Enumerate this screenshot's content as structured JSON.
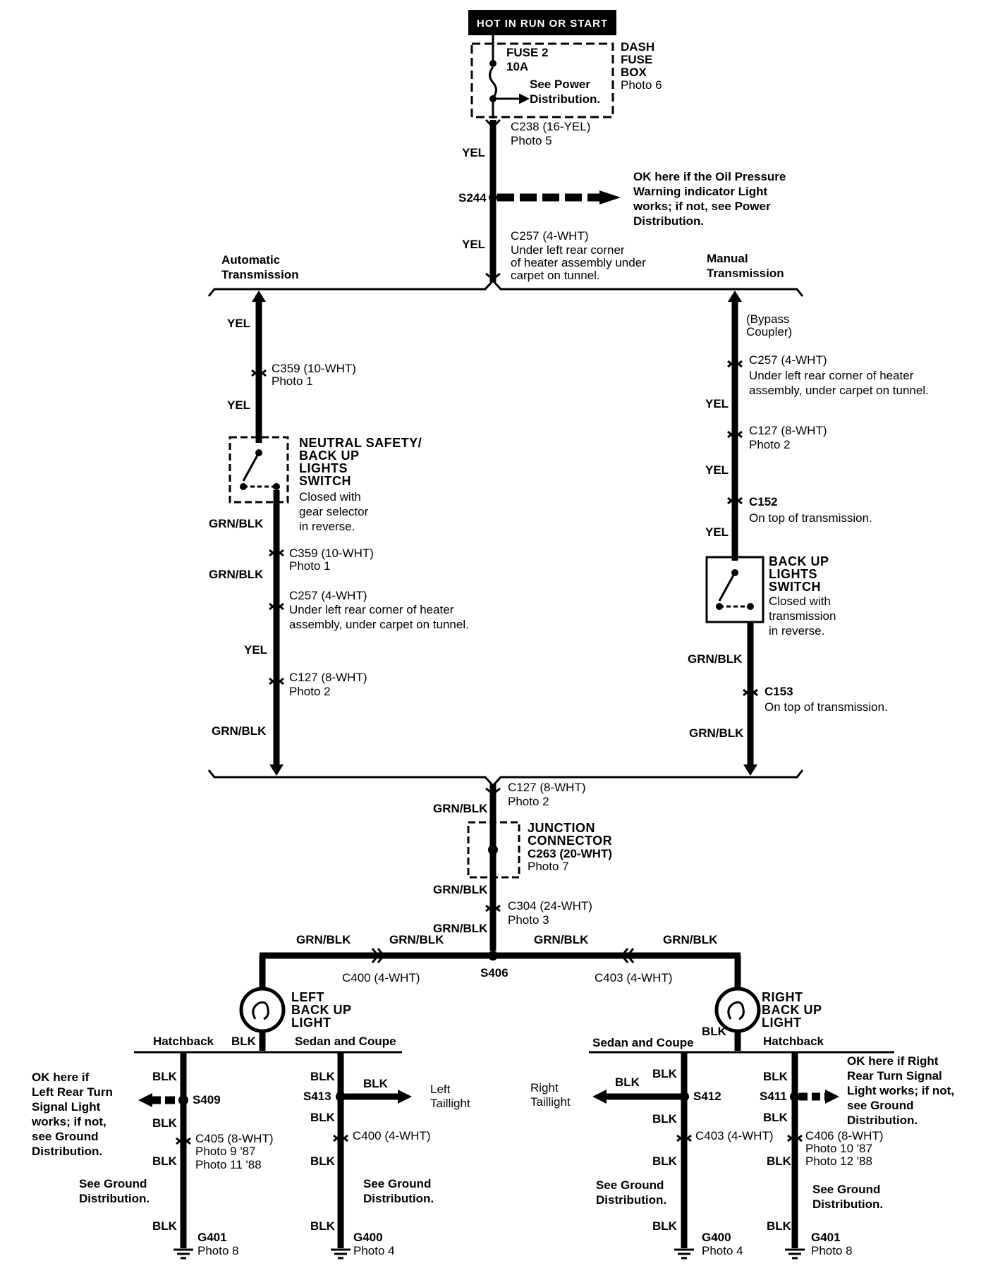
{
  "title": "HOT IN RUN OR START",
  "fuse_box": {
    "fuse": "FUSE 2",
    "rating": "10A",
    "see": [
      "See Power",
      "Distribution."
    ],
    "box": [
      "DASH",
      "FUSE",
      "BOX"
    ],
    "photo": "Photo 6"
  },
  "top": {
    "c238": [
      "C238 (16-YEL)",
      "Photo 5"
    ],
    "yel1": "YEL",
    "s244": "S244",
    "oil_note": [
      "OK here if the Oil Pressure",
      "Warning indicator Light",
      "works; if not, see Power",
      "Distribution."
    ],
    "yel2": "YEL",
    "c257": [
      "C257 (4-WHT)",
      "Under left rear corner",
      "of heater assembly under",
      "carpet on tunnel."
    ]
  },
  "auto": {
    "header": [
      "Automatic",
      "Transmission"
    ],
    "yel1": "YEL",
    "c359a": [
      "C359 (10-WHT)",
      "Photo 1"
    ],
    "yel2": "YEL",
    "switch": [
      "NEUTRAL SAFETY/",
      "BACK UP",
      "LIGHTS",
      "SWITCH"
    ],
    "switch_note": [
      "Closed with",
      "gear selector",
      "in reverse."
    ],
    "grn1": "GRN/BLK",
    "c359b": [
      "C359 (10-WHT)",
      "Photo 1"
    ],
    "grn2": "GRN/BLK",
    "c257": [
      "C257 (4-WHT)",
      "Under left rear corner of heater",
      "assembly, under carpet on tunnel."
    ],
    "yel3": "YEL",
    "c127": [
      "C127 (8-WHT)",
      "Photo 2"
    ],
    "grn3": "GRN/BLK"
  },
  "manual": {
    "header": [
      "Manual",
      "Transmission"
    ],
    "bypass": [
      "(Bypass",
      "Coupler)"
    ],
    "c257": [
      "C257 (4-WHT)",
      "Under left rear corner of heater",
      "assembly, under carpet on tunnel."
    ],
    "yel1": "YEL",
    "c127": [
      "C127 (8-WHT)",
      "Photo 2"
    ],
    "yel2": "YEL",
    "c152": [
      "C152",
      "On top of transmission."
    ],
    "yel3": "YEL",
    "switch": [
      "BACK UP",
      "LIGHTS",
      "SWITCH"
    ],
    "switch_note": [
      "Closed with",
      "transmission",
      "in reverse."
    ],
    "grn1": "GRN/BLK",
    "c153": [
      "C153",
      "On top of transmission."
    ],
    "grn2": "GRN/BLK"
  },
  "center": {
    "c127": [
      "C127 (8-WHT)",
      "Photo 2"
    ],
    "grn1": "GRN/BLK",
    "junction": [
      "JUNCTION",
      "CONNECTOR"
    ],
    "c263": [
      "C263 (20-WHT)",
      "Photo 7"
    ],
    "grn2": "GRN/BLK",
    "c304": [
      "C304 (24-WHT)",
      "Photo 3"
    ],
    "grn3": "GRN/BLK",
    "s406": "S406",
    "bus": [
      "GRN/BLK",
      "GRN/BLK",
      "GRN/BLK",
      "GRN/BLK"
    ],
    "c400": "C400 (4-WHT)",
    "c403": "C403 (4-WHT)"
  },
  "left_light": {
    "name": [
      "LEFT",
      "BACK UP",
      "LIGHT"
    ],
    "blk": "BLK",
    "hatch": "Hatchback",
    "sedan": "Sedan and Coupe",
    "h_blk1": "BLK",
    "s409": "S409",
    "turn_note": [
      "OK here if",
      "Left Rear Turn",
      "Signal Light",
      "works; if not,",
      "see Ground",
      "Distribution."
    ],
    "h_blk2": "BLK",
    "c405": [
      "C405 (8-WHT)",
      "Photo 9 '87",
      "Photo 11 '88"
    ],
    "h_blk3": "BLK",
    "h_see": [
      "See Ground",
      "Distribution."
    ],
    "h_blk4": "BLK",
    "g401": [
      "G401",
      "Photo 8"
    ],
    "s_blk1": "BLK",
    "s413": "S413",
    "s_blk_h": "BLK",
    "taillight": [
      "Left",
      "Taillight"
    ],
    "s_blk2": "BLK",
    "c400": "C400 (4-WHT)",
    "s_blk3": "BLK",
    "s_see": [
      "See Ground",
      "Distribution."
    ],
    "s_blk4": "BLK",
    "g400": [
      "G400",
      "Photo 4"
    ]
  },
  "right_light": {
    "name": [
      "RIGHT",
      "BACK UP",
      "LIGHT"
    ],
    "blk": "BLK",
    "sedan": "Sedan and Coupe",
    "hatch": "Hatchback",
    "s_blk1": "BLK",
    "s412": "S412",
    "s_blk_h": "BLK",
    "taillight": [
      "Right",
      "Taillight"
    ],
    "s_blk2": "BLK",
    "c403": "C403 (4-WHT)",
    "s_blk3": "BLK",
    "s_see": [
      "See Ground",
      "Distribution."
    ],
    "s_blk4": "BLK",
    "g400": [
      "G400",
      "Photo 4"
    ],
    "h_blk1": "BLK",
    "s411": "S411",
    "turn_note": [
      "OK here if Right",
      "Rear Turn Signal",
      "Light works; if not,",
      "see Ground",
      "Distribution."
    ],
    "h_blk2": "BLK",
    "c406": [
      "C406 (8-WHT)",
      "Photo 10 '87",
      "Photo 12 '88"
    ],
    "h_blk3": "BLK",
    "h_see": [
      "See Ground",
      "Distribution."
    ],
    "h_blk4": "BLK",
    "g401": [
      "G401",
      "Photo 8"
    ]
  }
}
